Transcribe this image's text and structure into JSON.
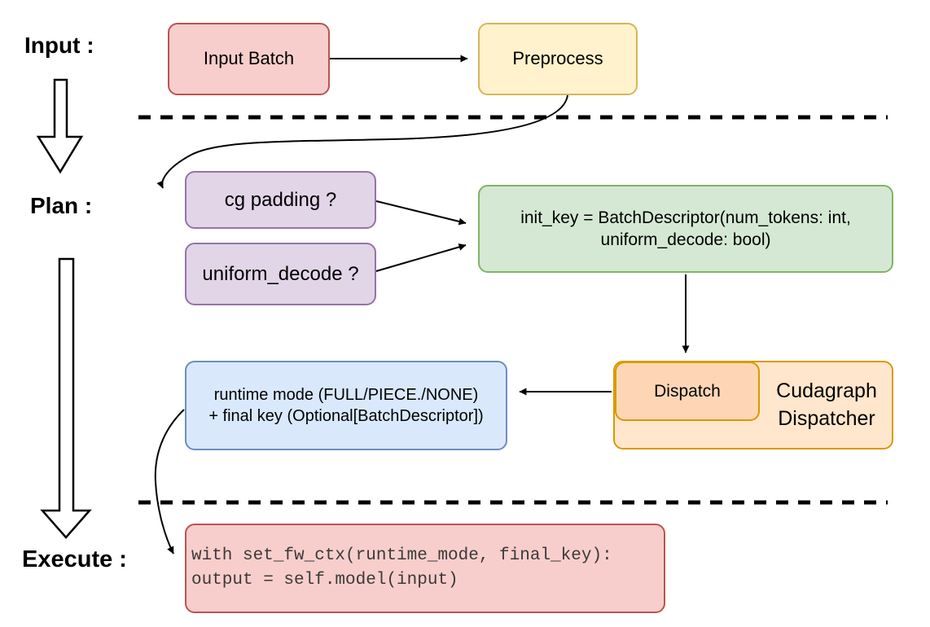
{
  "stage_labels": {
    "input": "Input :",
    "plan": "Plan :",
    "execute": "Execute :"
  },
  "nodes": {
    "input_batch": {
      "label": "Input Batch"
    },
    "preprocess": {
      "label": "Preprocess"
    },
    "cg_padding": {
      "label": "cg padding ?"
    },
    "uniform_decode": {
      "label": "uniform_decode ?"
    },
    "init_key": {
      "line1": "init_key = BatchDescriptor(num_tokens: int,",
      "line2": "uniform_decode: bool)"
    },
    "dispatch": {
      "label": "Dispatch"
    },
    "cudagraph_dispatcher": {
      "line1": "Cudagraph",
      "line2": "Dispatcher"
    },
    "runtime_mode": {
      "line1": "runtime mode (FULL/PIECE./NONE)",
      "line2": "+ final key (Optional[BatchDescriptor])"
    },
    "execute_code": {
      "line1": "with set_fw_ctx(runtime_mode, final_key):",
      "line2": "    output = self.model(input)"
    }
  },
  "colors": {
    "red_fill": "#F8CECC",
    "red_stroke": "#B85450",
    "yellow_fill": "#FFF2CC",
    "yellow_stroke": "#D6B656",
    "purple_fill": "#E1D5E7",
    "purple_stroke": "#9673A6",
    "green_fill": "#D5E8D4",
    "green_stroke": "#82B366",
    "orange_fill": "#FFE6CC",
    "orange_inner_fill": "#FFD6B5",
    "orange_stroke": "#D79B00",
    "blue_fill": "#DAE8FC",
    "blue_stroke": "#6C8EBF",
    "line_color": "#000000"
  }
}
